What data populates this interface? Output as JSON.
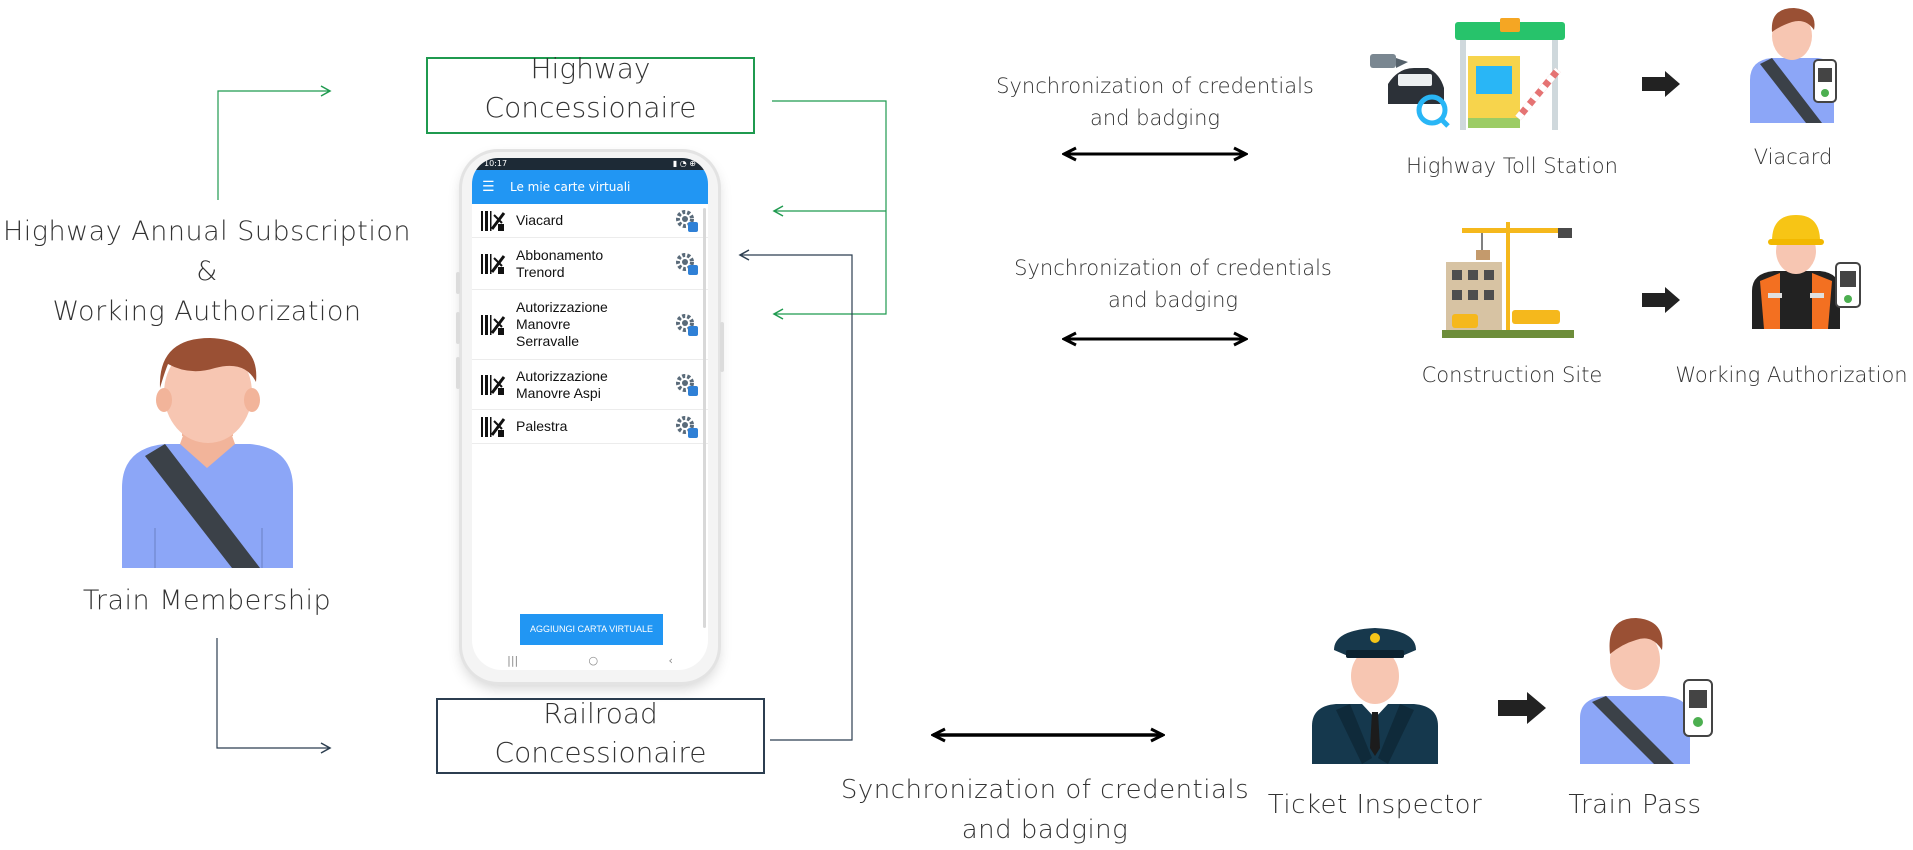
{
  "subscriptions": {
    "line1": "Highway Annual Subscription",
    "line2": "&",
    "line3": "Working Authorization"
  },
  "train_membership": "Train Membership",
  "highway_concessionaire": {
    "line1": "Highway",
    "line2": "Concessionaire",
    "color": "#1f9a4f"
  },
  "railroad_concessionaire": {
    "line1": "Railroad",
    "line2": "Concessionaire",
    "color": "#2c3e50"
  },
  "phone": {
    "time": "10:17",
    "app_title": "Le mie carte virtuali",
    "cards": [
      {
        "label": "Viacard"
      },
      {
        "label": "Abbonamento\nTrenord"
      },
      {
        "label": "Autorizzazione\nManovre\nSerravalle"
      },
      {
        "label": "Autorizzazione\nManovre Aspi"
      },
      {
        "label": "Palestra"
      }
    ],
    "add_button": "AGGIUNGI CARTA VIRTUALE",
    "accent": "#2196f3"
  },
  "sync": {
    "highway": {
      "line1": "Synchronization of credentials",
      "line2": "and badging"
    },
    "construction": {
      "line1": "Synchronization of credentials",
      "line2": "and badging"
    },
    "railroad": {
      "line1": "Synchronization of credentials",
      "line2": "and badging"
    }
  },
  "destinations": {
    "toll_station": "Highway Toll Station",
    "viacard": "Viacard",
    "construction_site": "Construction Site",
    "working_authorization": "Working Authorization",
    "ticket_inspector": "Ticket Inspector",
    "train_pass": "Train Pass"
  }
}
